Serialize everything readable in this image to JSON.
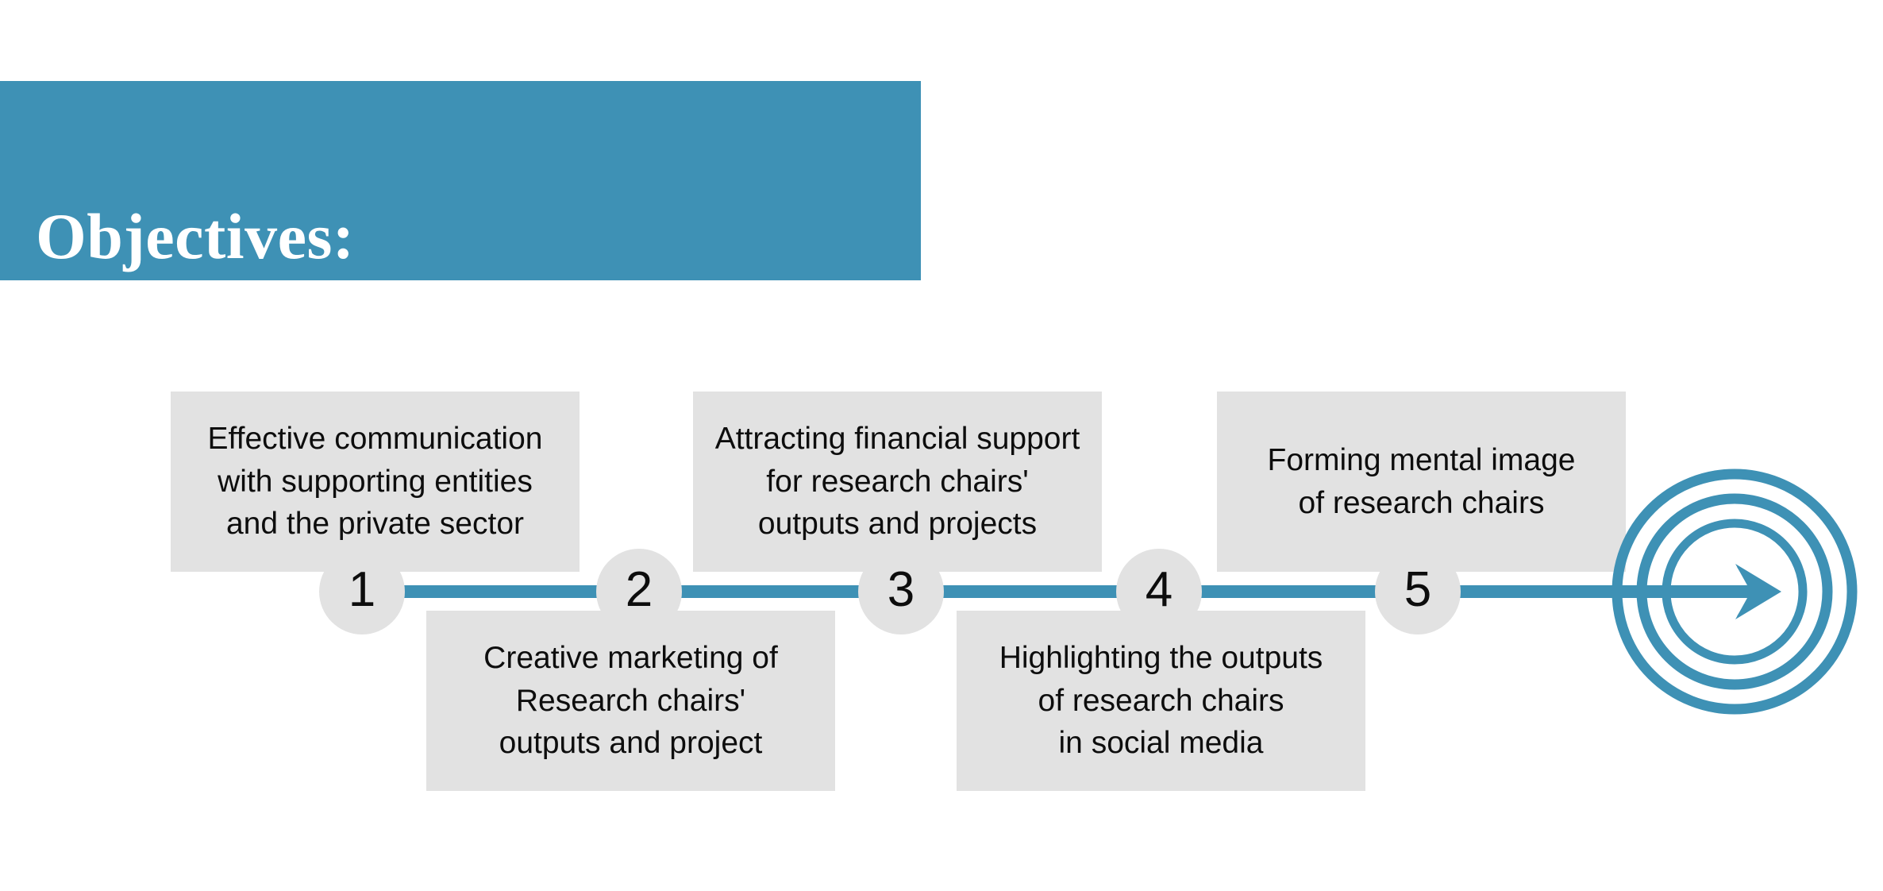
{
  "slide": {
    "title": "Objectives:",
    "background_color": "#ffffff",
    "accent_color": "#3e91b5",
    "box_color": "#e2e2e2",
    "text_color": "#0d0d0d"
  },
  "diagram": {
    "type": "timeline-process",
    "end_marker_icon": "target-bullseye-arrow-icon",
    "steps": [
      {
        "number": "1",
        "position": "above",
        "text": "Effective communication\nwith supporting entities\nand the private sector"
      },
      {
        "number": "2",
        "position": "below",
        "text": "Creative marketing of\nResearch chairs'\noutputs and project"
      },
      {
        "number": "3",
        "position": "above",
        "text": "Attracting financial support\nfor research chairs'\noutputs and projects"
      },
      {
        "number": "4",
        "position": "below",
        "text": "Highlighting the outputs\nof research chairs\nin social media"
      },
      {
        "number": "5",
        "position": "above",
        "text": "Forming mental image\nof research chairs"
      }
    ]
  }
}
